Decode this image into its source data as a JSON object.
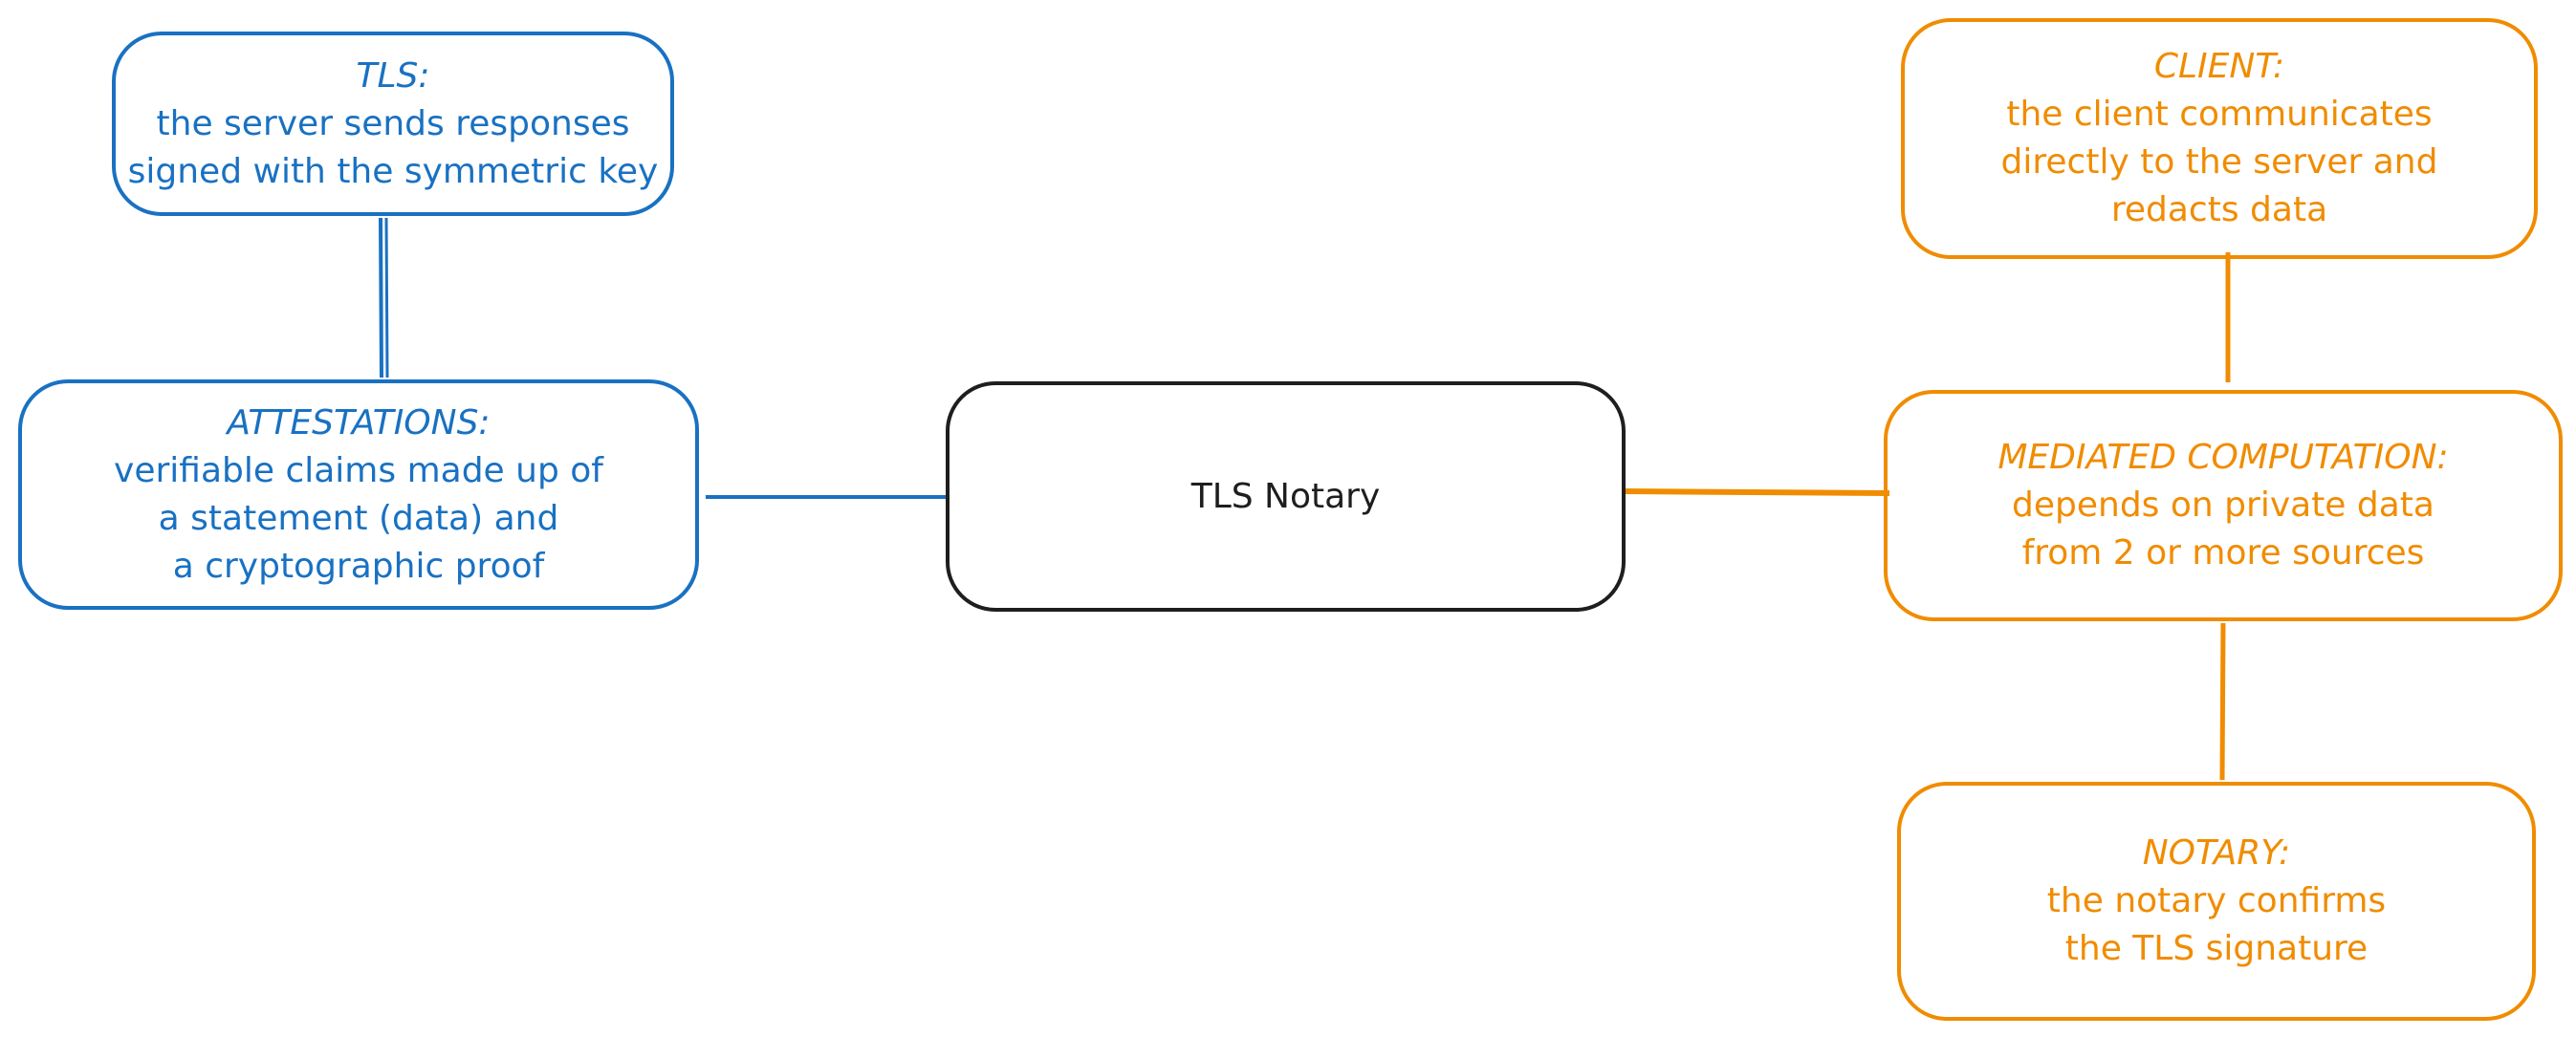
{
  "colors": {
    "blue": "#1971c2",
    "orange": "#f08c00",
    "black": "#1e1e1e",
    "background": "#ffffff"
  },
  "center": {
    "label": "TLS Notary"
  },
  "tls": {
    "heading": "TLS:",
    "line1": "the server sends responses",
    "line2": "signed with the symmetric key"
  },
  "attestations": {
    "heading": "ATTESTATIONS:",
    "line1": "verifiable claims made up of",
    "line2": "a statement (data) and",
    "line3": "a cryptographic proof"
  },
  "client": {
    "heading": "CLIENT:",
    "line1": "the client communicates",
    "line2": "directly to the server and",
    "line3": "redacts data"
  },
  "mediated": {
    "heading": "MEDIATED COMPUTATION:",
    "line1": "depends on private data",
    "line2": "from 2 or more sources"
  },
  "notary": {
    "heading": "NOTARY:",
    "line1": "the notary confirms",
    "line2": "the TLS signature"
  }
}
